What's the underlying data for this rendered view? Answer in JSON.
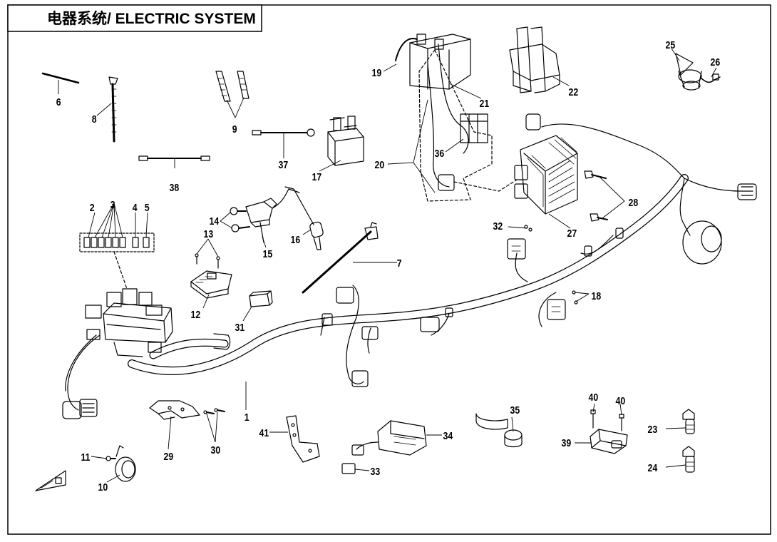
{
  "title": "电器系统/ ELECTRIC SYSTEM",
  "callouts": {
    "p1": "1",
    "p2": "2",
    "p3": "3",
    "p4": "4",
    "p5": "5",
    "p6": "6",
    "p7": "7",
    "p8": "8",
    "p9": "9",
    "p10": "10",
    "p11": "11",
    "p12": "12",
    "p13": "13",
    "p14": "14",
    "p15": "15",
    "p16": "16",
    "p17": "17",
    "p18": "18",
    "p19": "19",
    "p20": "20",
    "p21": "21",
    "p22": "22",
    "p23": "23",
    "p24": "24",
    "p25": "25",
    "p26": "26",
    "p27": "27",
    "p28": "28",
    "p29": "29",
    "p30": "30",
    "p31": "31",
    "p32": "32",
    "p33": "33",
    "p34": "34",
    "p35": "35",
    "p36": "36",
    "p37": "37",
    "p38": "38",
    "p39": "39",
    "p40a": "40",
    "p40b": "40",
    "p41": "41"
  }
}
